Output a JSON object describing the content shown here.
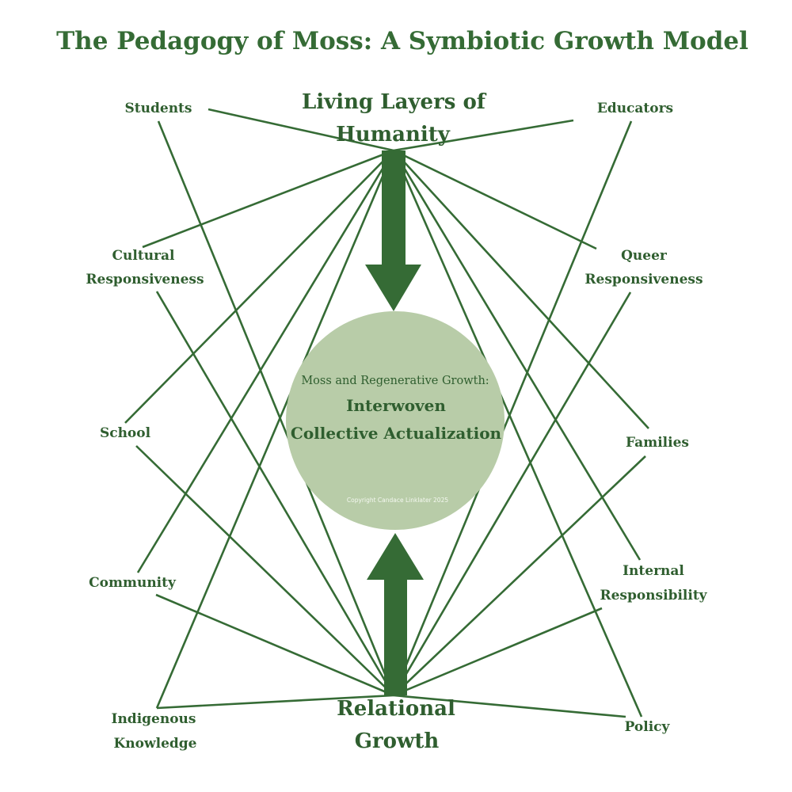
{
  "title": "The Pedagogy of Moss: A Symbiotic Growth Model",
  "hubs": {
    "top": {
      "line1": "Living Layers of",
      "line2": "Humanity"
    },
    "bottom": {
      "line1": "Relational",
      "line2": "Growth"
    }
  },
  "center": {
    "subtitle": "Moss and Regenerative Growth:",
    "main_line1": "Interwoven",
    "main_line2": "Collective Actualization",
    "copyright": "Copyright Candace Linklater 2025"
  },
  "nodes": {
    "students": "Students",
    "educators": "Educators",
    "cultural_1": "Cultural",
    "cultural_2": "Responsiveness",
    "queer_1": "Queer",
    "queer_2": "Responsiveness",
    "school": "School",
    "families": "Families",
    "community": "Community",
    "internal_1": "Internal",
    "internal_2": "Responsibility",
    "indigenous_1": "Indigenous",
    "indigenous_2": "Knowledge",
    "policy": "Policy"
  },
  "colors": {
    "line": "#356b35",
    "arrow": "#356b35",
    "circle_fill": "#b8cca8",
    "text": "#2f5e2f"
  }
}
